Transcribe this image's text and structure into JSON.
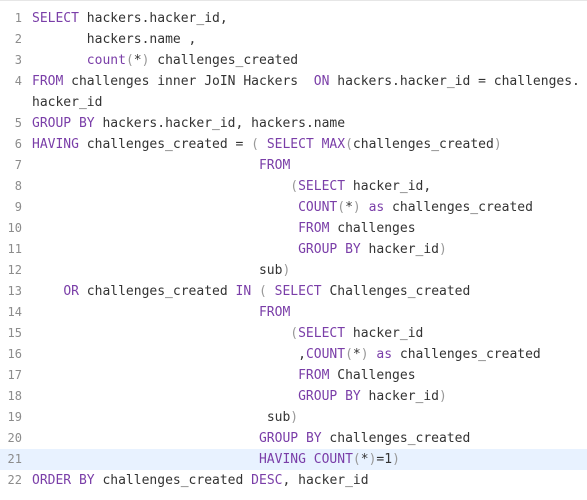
{
  "editor": {
    "language": "sql",
    "active_line": 21,
    "colors": {
      "keyword": "#7a3ea8",
      "text": "#333333",
      "punctuation": "#999999",
      "gutter": "#8c8c8c",
      "active_line_bg": "#e8f2ff"
    },
    "lines": [
      {
        "n": "1",
        "tokens": [
          {
            "t": "kw",
            "v": "SELECT"
          },
          {
            "t": "tx",
            "v": " hackers.hacker_id,"
          }
        ]
      },
      {
        "n": "2",
        "tokens": [
          {
            "t": "tx",
            "v": "       hackers.name ,"
          }
        ]
      },
      {
        "n": "3",
        "tokens": [
          {
            "t": "tx",
            "v": "       "
          },
          {
            "t": "fn",
            "v": "count"
          },
          {
            "t": "pn",
            "v": "("
          },
          {
            "t": "tx",
            "v": "*"
          },
          {
            "t": "pn",
            "v": ")"
          },
          {
            "t": "tx",
            "v": " challenges_created"
          }
        ]
      },
      {
        "n": "4",
        "wrap": true,
        "tokens": [
          {
            "t": "kw",
            "v": "FROM"
          },
          {
            "t": "tx",
            "v": " challenges inner JoIN Hackers  "
          },
          {
            "t": "kw",
            "v": "ON"
          },
          {
            "t": "tx",
            "v": " hackers.hacker_id = challenges.hacker_id"
          }
        ]
      },
      {
        "n": "5",
        "tokens": [
          {
            "t": "kw",
            "v": "GROUP BY"
          },
          {
            "t": "tx",
            "v": " hackers.hacker_id, hackers.name"
          }
        ]
      },
      {
        "n": "6",
        "tokens": [
          {
            "t": "kw",
            "v": "HAVING"
          },
          {
            "t": "tx",
            "v": " challenges_created = "
          },
          {
            "t": "pn",
            "v": "("
          },
          {
            "t": "tx",
            "v": " "
          },
          {
            "t": "kw",
            "v": "SELECT"
          },
          {
            "t": "tx",
            "v": " "
          },
          {
            "t": "fn",
            "v": "MAX"
          },
          {
            "t": "pn",
            "v": "("
          },
          {
            "t": "tx",
            "v": "challenges_created"
          },
          {
            "t": "pn",
            "v": ")"
          }
        ]
      },
      {
        "n": "7",
        "tokens": [
          {
            "t": "tx",
            "v": "                             "
          },
          {
            "t": "kw",
            "v": "FROM"
          }
        ]
      },
      {
        "n": "8",
        "tokens": [
          {
            "t": "tx",
            "v": "                                 "
          },
          {
            "t": "pn",
            "v": "("
          },
          {
            "t": "kw",
            "v": "SELECT"
          },
          {
            "t": "tx",
            "v": " hacker_id,"
          }
        ]
      },
      {
        "n": "9",
        "tokens": [
          {
            "t": "tx",
            "v": "                                  "
          },
          {
            "t": "fn",
            "v": "COUNT"
          },
          {
            "t": "pn",
            "v": "("
          },
          {
            "t": "tx",
            "v": "*"
          },
          {
            "t": "pn",
            "v": ")"
          },
          {
            "t": "tx",
            "v": " "
          },
          {
            "t": "kw",
            "v": "as"
          },
          {
            "t": "tx",
            "v": " challenges_created"
          }
        ]
      },
      {
        "n": "10",
        "tokens": [
          {
            "t": "tx",
            "v": "                                  "
          },
          {
            "t": "kw",
            "v": "FROM"
          },
          {
            "t": "tx",
            "v": " challenges"
          }
        ]
      },
      {
        "n": "11",
        "tokens": [
          {
            "t": "tx",
            "v": "                                  "
          },
          {
            "t": "kw",
            "v": "GROUP BY"
          },
          {
            "t": "tx",
            "v": " hacker_id"
          },
          {
            "t": "pn",
            "v": ")"
          }
        ]
      },
      {
        "n": "12",
        "tokens": [
          {
            "t": "tx",
            "v": "                             sub"
          },
          {
            "t": "pn",
            "v": ")"
          }
        ]
      },
      {
        "n": "13",
        "tokens": [
          {
            "t": "tx",
            "v": "    "
          },
          {
            "t": "kw",
            "v": "OR"
          },
          {
            "t": "tx",
            "v": " challenges_created "
          },
          {
            "t": "kw",
            "v": "IN"
          },
          {
            "t": "tx",
            "v": " "
          },
          {
            "t": "pn",
            "v": "("
          },
          {
            "t": "tx",
            "v": " "
          },
          {
            "t": "kw",
            "v": "SELECT"
          },
          {
            "t": "tx",
            "v": " Challenges_created"
          }
        ]
      },
      {
        "n": "14",
        "tokens": [
          {
            "t": "tx",
            "v": "                             "
          },
          {
            "t": "kw",
            "v": "FROM"
          }
        ]
      },
      {
        "n": "15",
        "tokens": [
          {
            "t": "tx",
            "v": "                                 "
          },
          {
            "t": "pn",
            "v": "("
          },
          {
            "t": "kw",
            "v": "SELECT"
          },
          {
            "t": "tx",
            "v": " hacker_id"
          }
        ]
      },
      {
        "n": "16",
        "tokens": [
          {
            "t": "tx",
            "v": "                                  ,"
          },
          {
            "t": "fn",
            "v": "COUNT"
          },
          {
            "t": "pn",
            "v": "("
          },
          {
            "t": "tx",
            "v": "*"
          },
          {
            "t": "pn",
            "v": ")"
          },
          {
            "t": "tx",
            "v": " "
          },
          {
            "t": "kw",
            "v": "as"
          },
          {
            "t": "tx",
            "v": " challenges_created"
          }
        ]
      },
      {
        "n": "17",
        "tokens": [
          {
            "t": "tx",
            "v": "                                  "
          },
          {
            "t": "kw",
            "v": "FROM"
          },
          {
            "t": "tx",
            "v": " Challenges"
          }
        ]
      },
      {
        "n": "18",
        "tokens": [
          {
            "t": "tx",
            "v": "                                  "
          },
          {
            "t": "kw",
            "v": "GROUP BY"
          },
          {
            "t": "tx",
            "v": " hacker_id"
          },
          {
            "t": "pn",
            "v": ")"
          }
        ]
      },
      {
        "n": "19",
        "tokens": [
          {
            "t": "tx",
            "v": "                              sub"
          },
          {
            "t": "pn",
            "v": ")"
          }
        ]
      },
      {
        "n": "20",
        "tokens": [
          {
            "t": "tx",
            "v": "                             "
          },
          {
            "t": "kw",
            "v": "GROUP BY"
          },
          {
            "t": "tx",
            "v": " challenges_created"
          }
        ]
      },
      {
        "n": "21",
        "tokens": [
          {
            "t": "tx",
            "v": "                             "
          },
          {
            "t": "kw",
            "v": "HAVING"
          },
          {
            "t": "tx",
            "v": " "
          },
          {
            "t": "fn",
            "v": "COUNT"
          },
          {
            "t": "pn",
            "v": "("
          },
          {
            "t": "tx",
            "v": "*"
          },
          {
            "t": "pn",
            "v": ")"
          },
          {
            "t": "tx",
            "v": "=1"
          },
          {
            "t": "pn",
            "v": ")"
          }
        ]
      },
      {
        "n": "22",
        "tokens": [
          {
            "t": "kw",
            "v": "ORDER BY"
          },
          {
            "t": "tx",
            "v": " challenges_created "
          },
          {
            "t": "kw",
            "v": "DESC"
          },
          {
            "t": "tx",
            "v": ", hacker_id"
          }
        ]
      }
    ]
  }
}
